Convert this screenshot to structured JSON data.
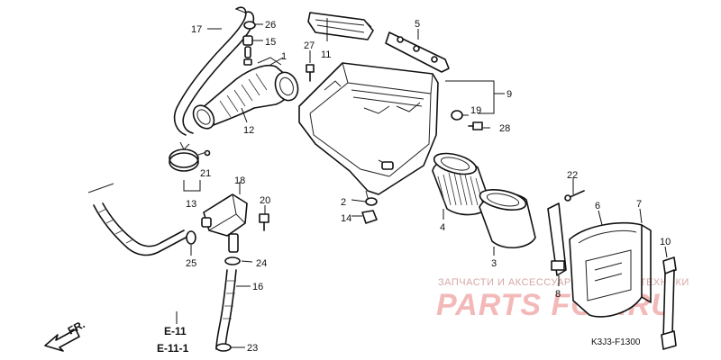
{
  "part_numbers": {
    "p1": "1",
    "p2": "2",
    "p3": "3",
    "p4": "4",
    "p5": "5",
    "p6": "6",
    "p7": "7",
    "p8": "8",
    "p9": "9",
    "p10": "10",
    "p11": "11",
    "p12": "12",
    "p13": "13",
    "p14": "14",
    "p15": "15",
    "p16": "16",
    "p17": "17",
    "p18": "18",
    "p19": "19",
    "p20": "20",
    "p21": "21",
    "p22": "22",
    "p23": "23",
    "p24": "24",
    "p25": "25",
    "p26": "26",
    "p27": "27",
    "p28": "28"
  },
  "references": {
    "front": "FR.",
    "e11": "E-11",
    "e111": "E-11-1"
  },
  "diagram_code": "K3J3-F1300",
  "watermark": {
    "text": "ЗАПЧАСТИ И АКСЕССУАРЫ ДЛЯ МОТОТЕХНИКИ",
    "logo": "PARTS FOR.RU",
    "color": "#f3b9b9"
  }
}
